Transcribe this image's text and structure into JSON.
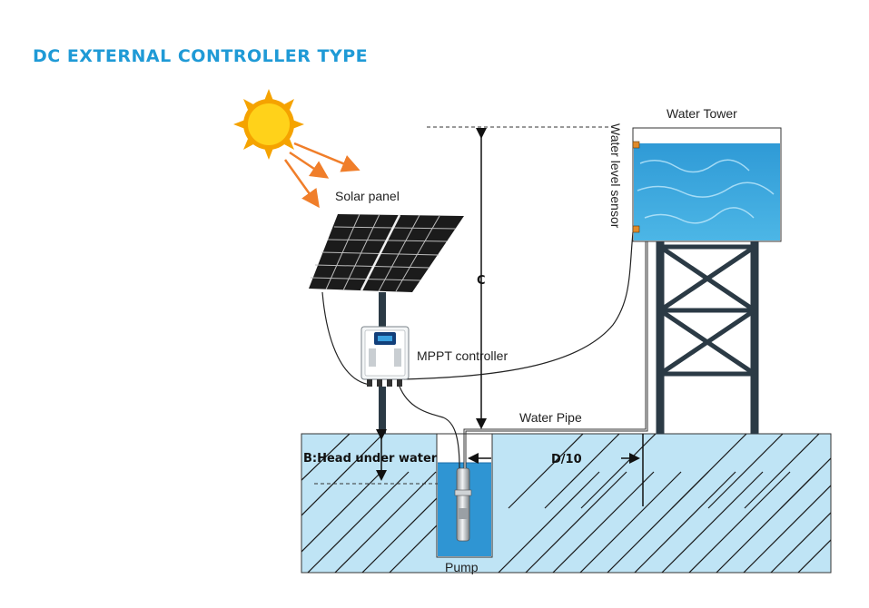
{
  "title": "DC EXTERNAL CONTROLLER TYPE",
  "labels": {
    "solar_panel": "Solar panel",
    "water_tower": "Water Tower",
    "water_level_sensor": "Water  level sensor",
    "mppt_controller": "MPPT controller",
    "water_pipe": "Water Pipe",
    "dim_c": "C",
    "dim_b": "B:Head under water",
    "dim_d": "D/10",
    "pump": "Pump"
  },
  "colors": {
    "title": "#1f9ad6",
    "water": "#bfe4f5",
    "tank_water": "#3aa6dc",
    "sun": "#f7b500",
    "ray": "#f07e2a",
    "tower": "#2b3a45",
    "panel": "#1b1b1b"
  }
}
